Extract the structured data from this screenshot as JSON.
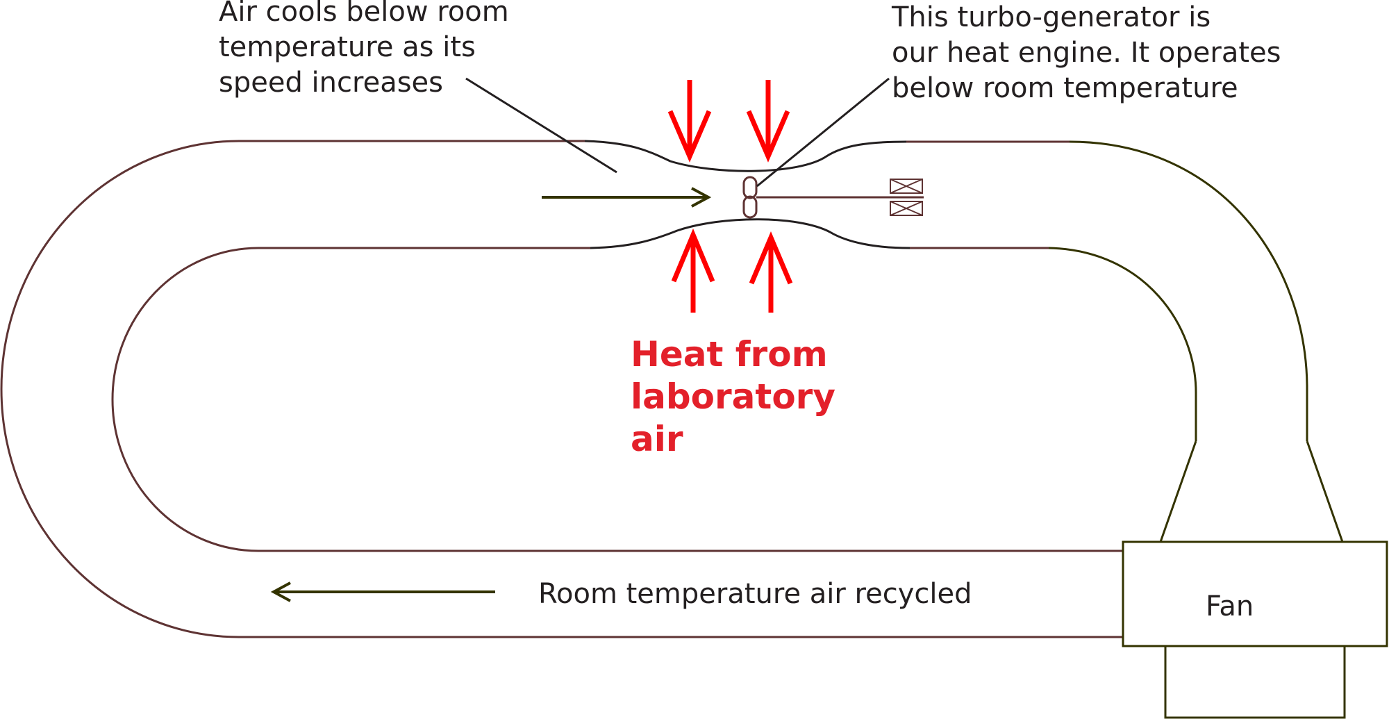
{
  "colors": {
    "pipe": "#5e3333",
    "pipe_dark": "#333300",
    "leader": "#231f20",
    "heat_arrows": "#ff0000",
    "heat_text": "#e3202a",
    "flow_arrows": "#333300"
  },
  "annotations": {
    "air_cools": [
      "Air cools below room",
      "temperature as its",
      "speed increases"
    ],
    "turbo": [
      "This turbo-generator is",
      "our heat engine. It operates",
      "below room temperature"
    ],
    "heat": [
      "Heat from",
      "laboratory",
      "air"
    ],
    "recycled": "Room temperature air recycled",
    "fan": "Fan"
  },
  "icons": [
    "down-arrow-icon",
    "up-arrow-icon",
    "flow-arrow-icon",
    "turbine-icon",
    "generator-icon"
  ]
}
